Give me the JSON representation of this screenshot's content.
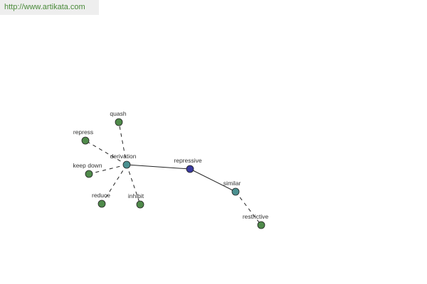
{
  "source_link": "http://www.artikata.com",
  "colors": {
    "leaf": "#4f8a4a",
    "hub": "#4a9090",
    "center": "#3a3aa0",
    "stroke": "#222222",
    "link_text": "#4a8a3a"
  },
  "graph": {
    "center": {
      "id": "repressive",
      "label": "repressive"
    },
    "relations": [
      {
        "id": "derivation",
        "label": "derivation"
      },
      {
        "id": "similar",
        "label": "similar"
      }
    ],
    "nodes": [
      {
        "id": "quash",
        "label": "quash",
        "relation": "derivation"
      },
      {
        "id": "repress",
        "label": "repress",
        "relation": "derivation"
      },
      {
        "id": "keep_down",
        "label": "keep down",
        "relation": "derivation"
      },
      {
        "id": "reduce",
        "label": "reduce",
        "relation": "derivation"
      },
      {
        "id": "inhibit",
        "label": "inhibit",
        "relation": "derivation"
      },
      {
        "id": "restrictive",
        "label": "restrictive",
        "relation": "similar"
      }
    ]
  }
}
